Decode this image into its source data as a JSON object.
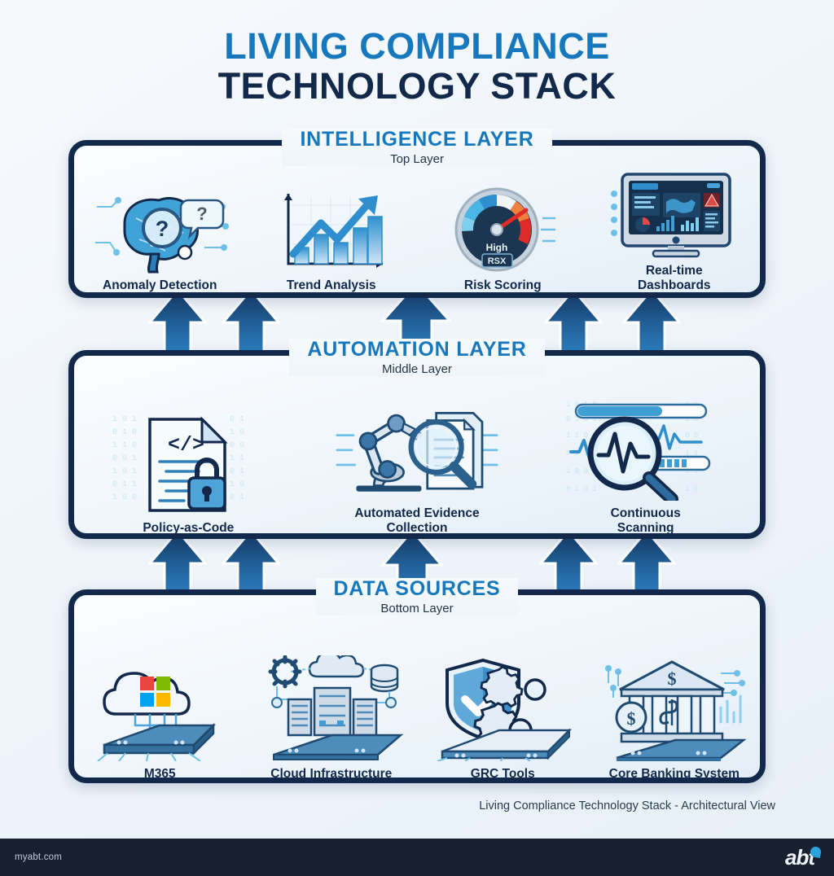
{
  "title": {
    "line1": "LIVING COMPLIANCE",
    "line2": "TECHNOLOGY STACK"
  },
  "colors": {
    "accent_blue": "#1878bd",
    "dark_navy": "#13294b",
    "light_blue": "#6fc0e8",
    "panel_bg": "#eef5fb",
    "footer_bg": "#17202e"
  },
  "layers": [
    {
      "id": "intelligence",
      "title": "INTELLIGENCE LAYER",
      "subtitle": "Top Layer",
      "nodes": [
        {
          "label": "Anomaly Detection",
          "icon": "brain-question-icon"
        },
        {
          "label": "Trend Analysis",
          "icon": "bar-chart-trend-icon"
        },
        {
          "label": "Risk Scoring",
          "icon": "risk-gauge-icon"
        },
        {
          "label": "Real-time\nDashboards",
          "icon": "dashboard-monitor-icon"
        }
      ]
    },
    {
      "id": "automation",
      "title": "AUTOMATION LAYER",
      "subtitle": "Middle Layer",
      "nodes": [
        {
          "label": "Policy-as-Code",
          "icon": "code-document-lock-icon"
        },
        {
          "label": "Automated Evidence\nCollection",
          "icon": "robot-arm-magnifier-icon"
        },
        {
          "label": "Continuous\nScanning",
          "icon": "magnifier-pulse-icon"
        }
      ]
    },
    {
      "id": "data-sources",
      "title": "DATA SOURCES",
      "subtitle": "Bottom Layer",
      "nodes": [
        {
          "label": "M365",
          "icon": "microsoft-cloud-icon"
        },
        {
          "label": "Cloud Infrastructure",
          "icon": "server-rack-cloud-icon"
        },
        {
          "label": "GRC Tools",
          "icon": "shield-check-gears-icon"
        },
        {
          "label": "Core Banking System",
          "icon": "bank-building-icon"
        }
      ]
    }
  ],
  "risk_gauge": {
    "level_label": "High",
    "score_label": "RSX"
  },
  "caption": "Living Compliance Technology Stack - Architectural View",
  "footer": {
    "url": "myabt.com",
    "logo_text": "abt"
  }
}
